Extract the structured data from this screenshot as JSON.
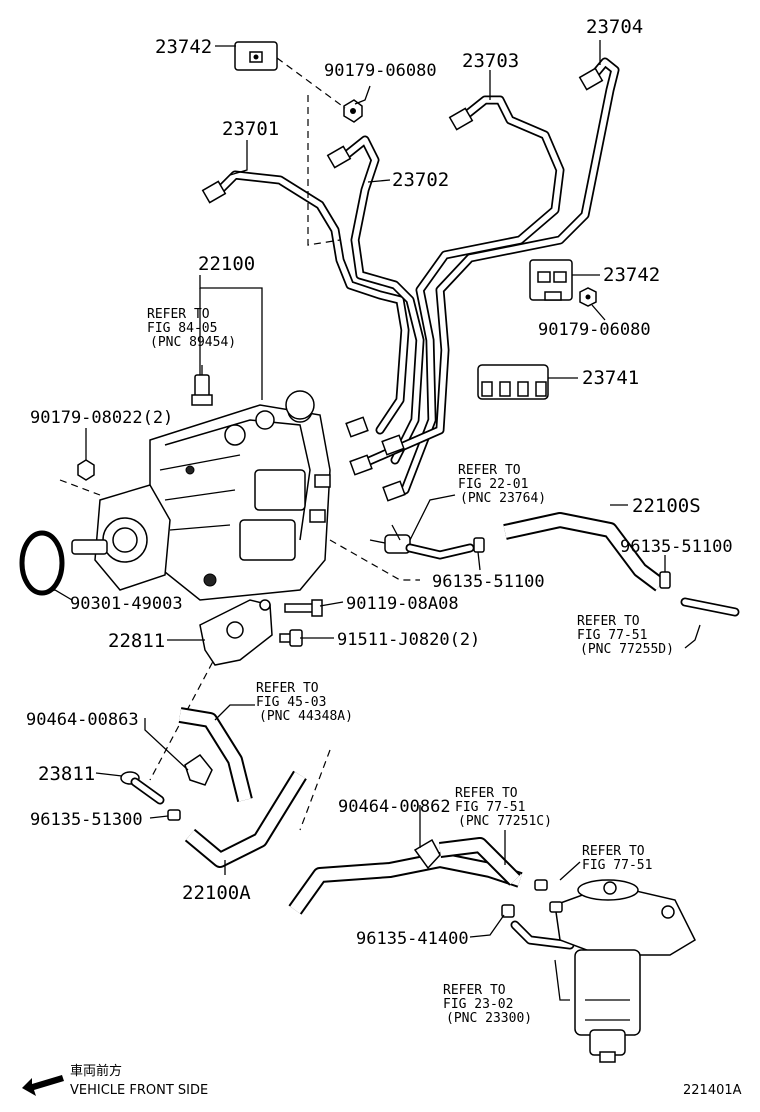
{
  "labels": {
    "p23742_top": "23742",
    "p90179_06080_top": "90179-06080",
    "p23701": "23701",
    "p23702": "23702",
    "p23703": "23703",
    "p23704": "23704",
    "p23742_mid": "23742",
    "p90179_06080_mid": "90179-06080",
    "p23741": "23741",
    "p22100": "22100",
    "p90179_08022": "90179-08022(2)",
    "p90301_49003": "90301-49003",
    "p22100S": "22100S",
    "p96135_51100_right": "96135-51100",
    "p96135_51100_mid": "96135-51100",
    "p90119_08A08": "90119-08A08",
    "p22811": "22811",
    "p91511_J0820": "91511-J0820(2)",
    "p90464_00863": "90464-00863",
    "p23811": "23811",
    "p96135_51300": "96135-51300",
    "p22100A": "22100A",
    "p90464_00862": "90464-00862",
    "p96135_41400": "96135-41400"
  },
  "refs": {
    "fig84": {
      "l1": "REFER TO",
      "l2": "FIG 84-05",
      "l3": "(PNC 89454)"
    },
    "fig22": {
      "l1": "REFER TO",
      "l2": "FIG 22-01",
      "l3": "(PNC 23764)"
    },
    "fig77a": {
      "l1": "REFER TO",
      "l2": "FIG 77-51",
      "l3": "(PNC 77255D)"
    },
    "fig45": {
      "l1": "REFER TO",
      "l2": "FIG 45-03",
      "l3": "(PNC 44348A)"
    },
    "fig77b": {
      "l1": "REFER TO",
      "l2": "FIG 77-51",
      "l3": "(PNC 77251C)"
    },
    "fig77c": {
      "l1": "REFER TO",
      "l2": "FIG 77-51"
    },
    "fig23": {
      "l1": "REFER TO",
      "l2": "FIG 23-02",
      "l3": "(PNC 23300)"
    }
  },
  "footer": {
    "direction_jp": "車両前方",
    "direction_en": "VEHICLE FRONT SIDE",
    "diagram_id": "221401A"
  }
}
